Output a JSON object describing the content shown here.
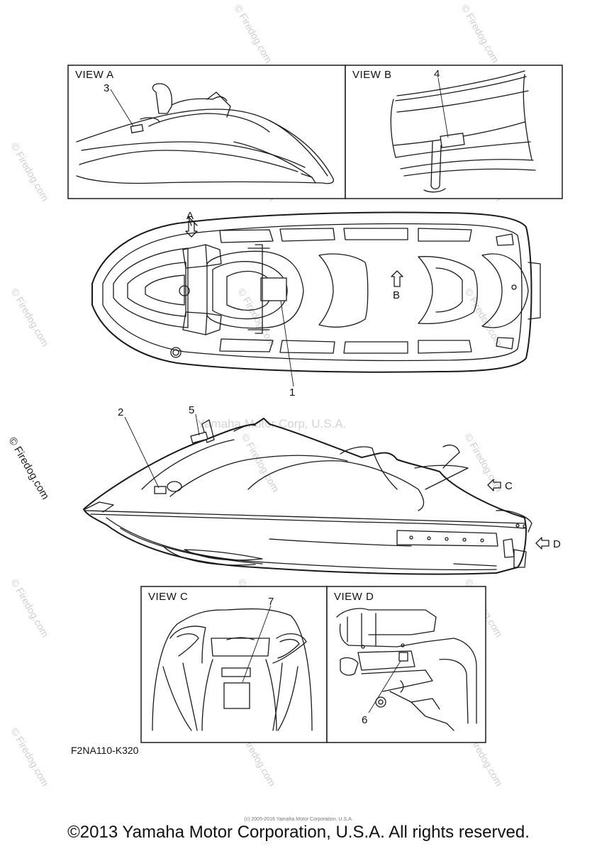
{
  "views": {
    "a": "VIEW A",
    "b": "VIEW B",
    "c": "VIEW C",
    "d": "VIEW D"
  },
  "callouts": [
    "1",
    "2",
    "3",
    "4",
    "5",
    "6",
    "7"
  ],
  "arrows": {
    "a": "A",
    "b": "B",
    "c": "C",
    "d": "D"
  },
  "watermark": {
    "side": "© Firedog.com",
    "diagonal": "© Firedog.com",
    "center": "Yamaha Motor Corp, U.S.A."
  },
  "diagram_code": "F2NA110-K320",
  "fine_print": "(c) 2005-2016 Yamaha Motor Corporation, U.S.A.",
  "copyright": "©2013 Yamaha Motor Corporation, U.S.A. All rights reserved."
}
